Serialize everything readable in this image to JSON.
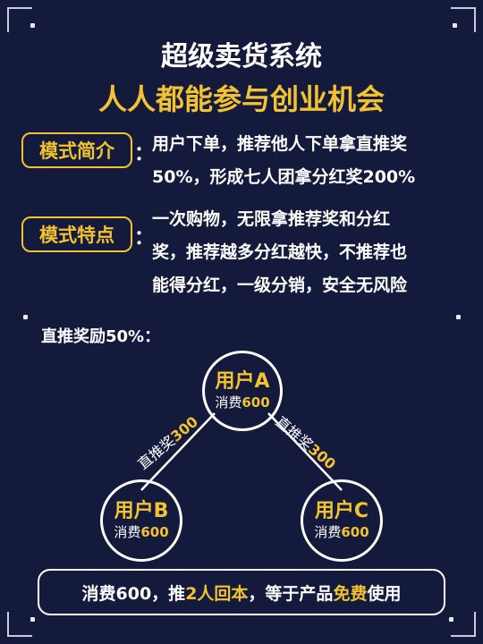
{
  "header": {
    "title": "超级卖货系统",
    "subtitle": "人人都能参与创业机会"
  },
  "sections": [
    {
      "tag": "模式简介",
      "colon": "：",
      "lines": [
        "用户下单，推荐他人下单拿直推奖",
        "50%，形成七人团拿分红奖200%"
      ]
    },
    {
      "tag": "模式特点",
      "colon": "：",
      "lines": [
        "一次购物，无限拿推荐奖和分红",
        "奖，推荐越多分红越快，不推荐也",
        "能得分红，一级分销，安全无风险"
      ]
    }
  ],
  "diagram": {
    "heading": "直推奖励50%：",
    "nodes": [
      {
        "name": "用户A",
        "spend_label": "消费",
        "spend_value": "600"
      },
      {
        "name": "用户B",
        "spend_label": "消费",
        "spend_value": "600"
      },
      {
        "name": "用户C",
        "spend_label": "消费",
        "spend_value": "600"
      }
    ],
    "edges": [
      {
        "label": "直推奖",
        "value": "300"
      },
      {
        "label": "直推奖",
        "value": "300"
      }
    ]
  },
  "footer": {
    "part1": "消费600，推",
    "part2": "2人回本",
    "part3": "，等于产品",
    "part4": "免费",
    "part5": "使用"
  },
  "colors": {
    "background": "#141a3c",
    "accent": "#f2c230",
    "text": "#ffffff"
  }
}
